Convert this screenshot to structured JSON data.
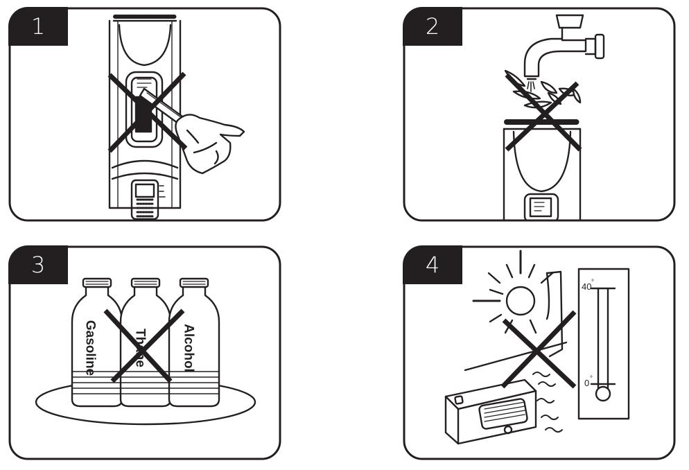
{
  "panels": [
    {
      "number": "1"
    },
    {
      "number": "2"
    },
    {
      "number": "3",
      "bottles": [
        "Gasoline",
        "Thane",
        "Alcohol"
      ]
    },
    {
      "number": "4",
      "thermometer": {
        "max": "40",
        "min": "0",
        "unit": "°"
      }
    }
  ],
  "colors": {
    "ink": "#231f20",
    "background": "#ffffff"
  }
}
